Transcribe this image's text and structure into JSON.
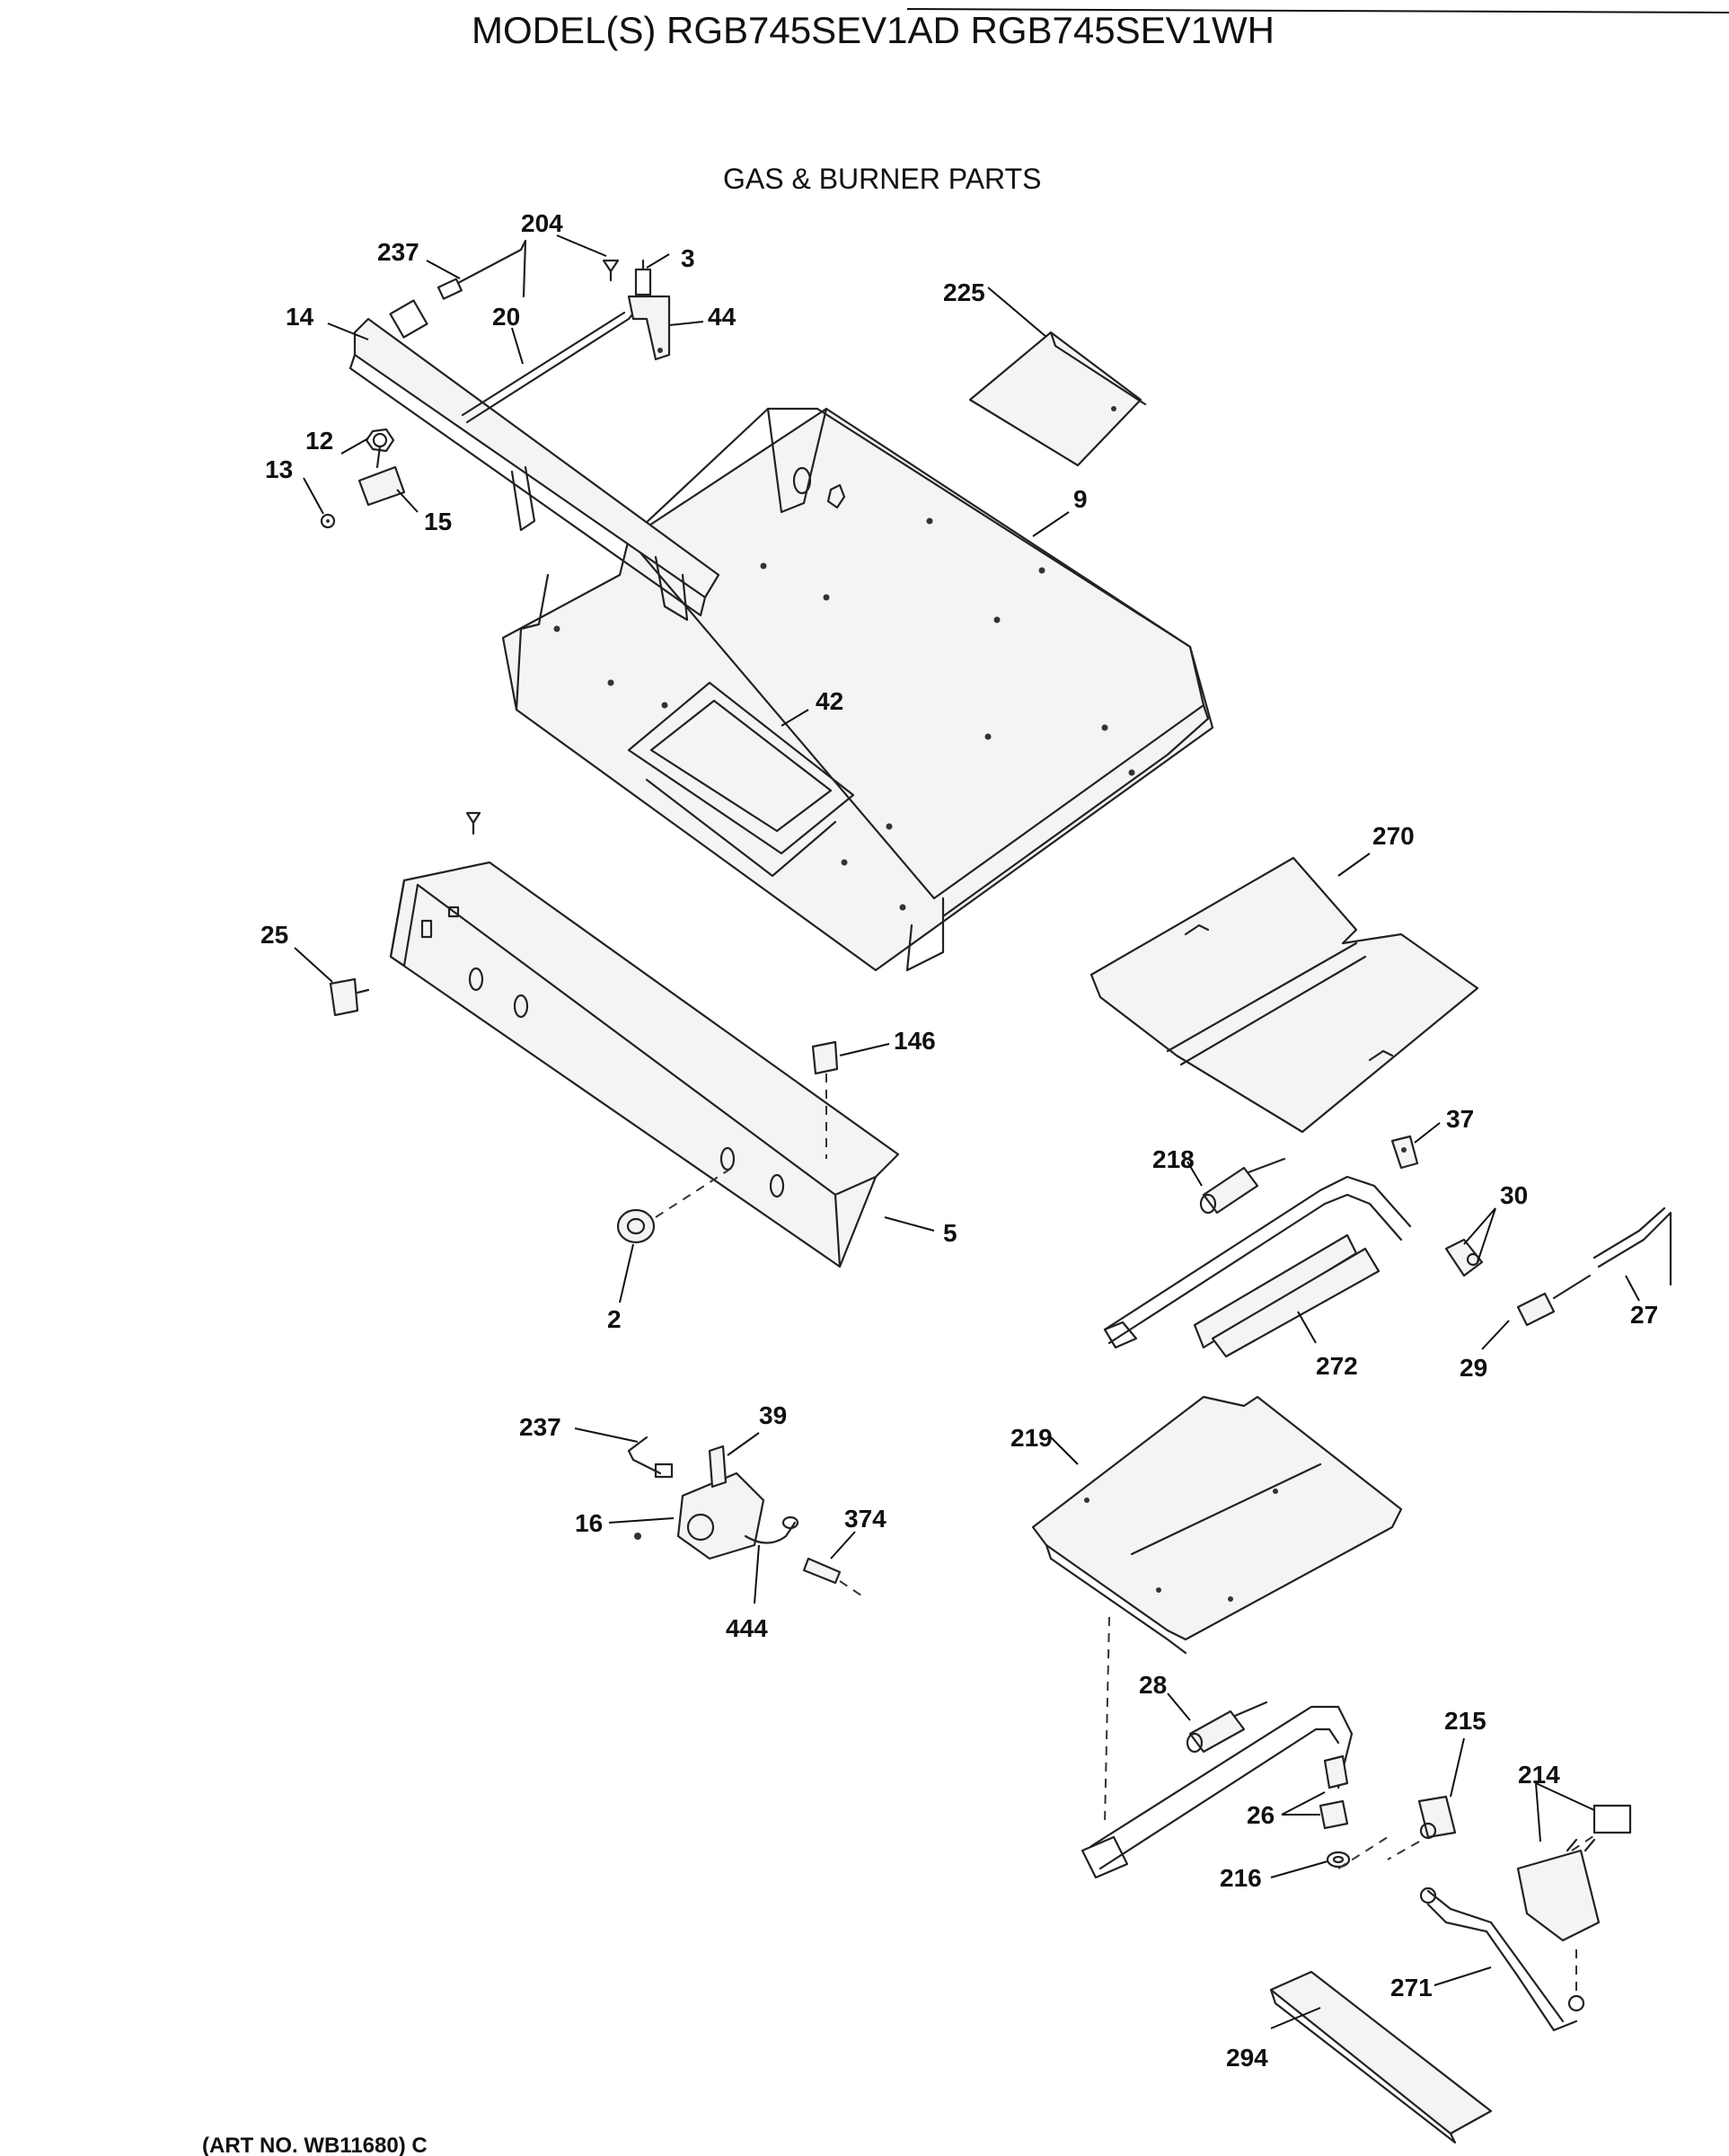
{
  "header": {
    "model_title": "MODEL(S) RGB745SEV1AD  RGB745SEV1WH",
    "section_title": "GAS & BURNER PARTS"
  },
  "footer": {
    "art_number": "(ART NO. WB11680) C"
  },
  "callouts": {
    "p237a": "237",
    "p204": "204",
    "p3": "3",
    "p14": "14",
    "p20": "20",
    "p44": "44",
    "p225": "225",
    "p12": "12",
    "p13": "13",
    "p15": "15",
    "p9": "9",
    "p42": "42",
    "p270": "270",
    "p25": "25",
    "p146": "146",
    "p37": "37",
    "p218": "218",
    "p30": "30",
    "p5": "5",
    "p2": "2",
    "p27": "27",
    "p272": "272",
    "p29": "29",
    "p237b": "237",
    "p39": "39",
    "p219": "219",
    "p16": "16",
    "p374": "374",
    "p444": "444",
    "p28": "28",
    "p215": "215",
    "p214": "214",
    "p26": "26",
    "p216": "216",
    "p271": "271",
    "p294": "294"
  }
}
